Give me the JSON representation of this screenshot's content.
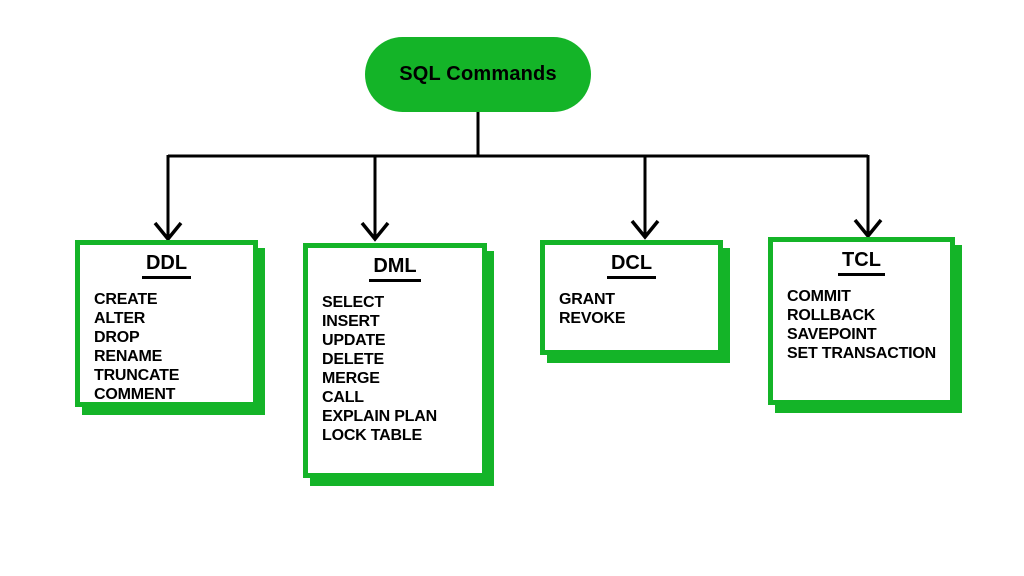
{
  "root": {
    "label": "SQL Commands"
  },
  "groups": [
    {
      "id": "ddl",
      "title": "DDL",
      "items": [
        "CREATE",
        "ALTER",
        "DROP",
        "RENAME",
        "TRUNCATE",
        "COMMENT"
      ]
    },
    {
      "id": "dml",
      "title": "DML",
      "items": [
        "SELECT",
        "INSERT",
        "UPDATE",
        "DELETE",
        "MERGE",
        "CALL",
        "EXPLAIN PLAN",
        "LOCK TABLE"
      ]
    },
    {
      "id": "dcl",
      "title": "DCL",
      "items": [
        "GRANT",
        "REVOKE"
      ]
    },
    {
      "id": "tcl",
      "title": "TCL",
      "items": [
        "COMMIT",
        "ROLLBACK",
        "SAVEPOINT",
        "SET TRANSACTION"
      ]
    }
  ],
  "colors": {
    "green": "#14B428",
    "line": "#000000",
    "text": "#000000",
    "background": "#FFFFFF"
  }
}
